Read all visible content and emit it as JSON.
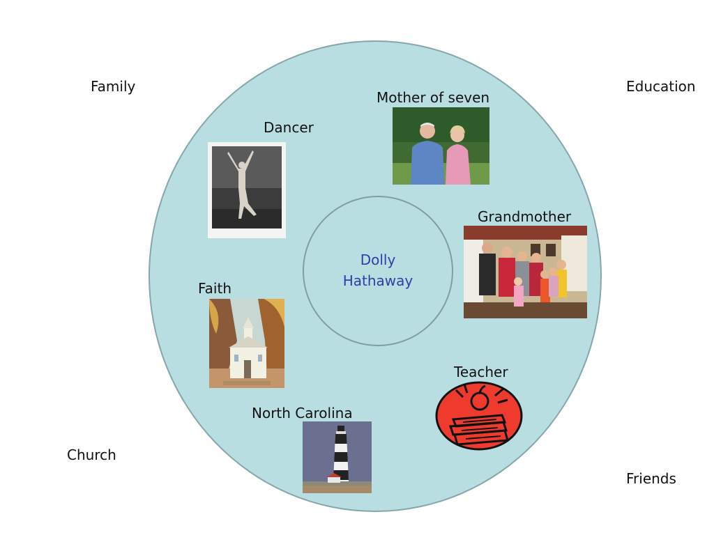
{
  "corners": {
    "top_left": "Family",
    "top_right": "Education",
    "bottom_left": "Church",
    "bottom_right": "Friends"
  },
  "center": {
    "line1": "Dolly",
    "line2": "Hathaway"
  },
  "items": {
    "dancer": "Dancer",
    "mother": "Mother of seven",
    "grandmother": "Grandmother",
    "faith": "Faith",
    "teacher": "Teacher",
    "north_carolina": "North Carolina"
  },
  "colors": {
    "circle_fill": "#b9dee2",
    "circle_border": "#86a6aa",
    "center_text": "#2f3da6"
  }
}
